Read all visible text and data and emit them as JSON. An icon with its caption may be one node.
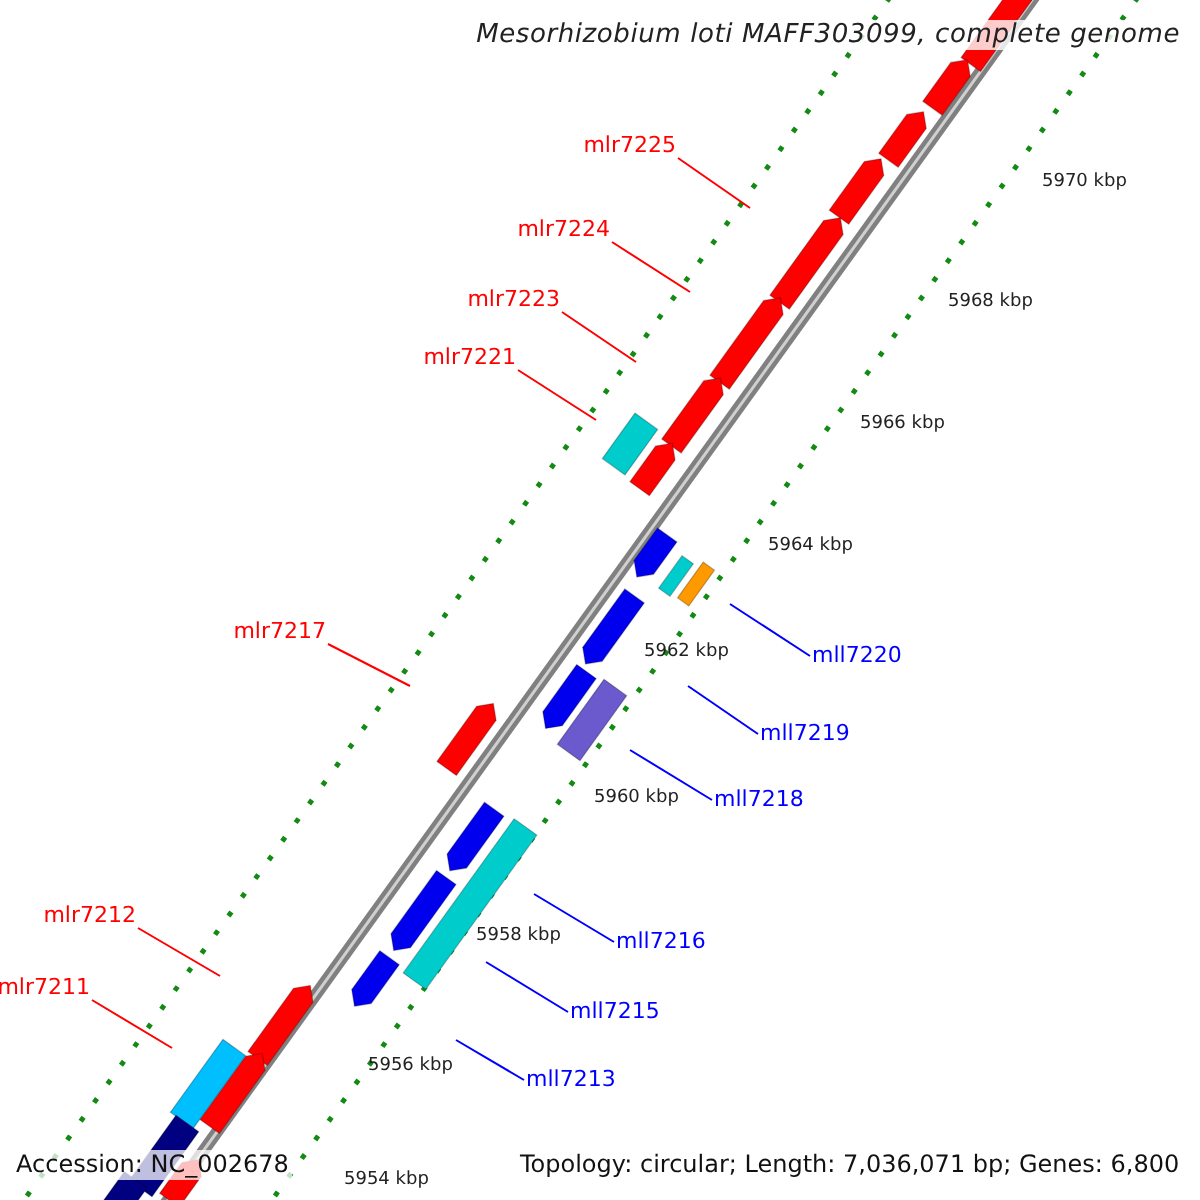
{
  "diagram": {
    "title": "Mesorhizobium loti MAFF303099, complete genome",
    "nodes": [
      {
        "text": [
          "mlr7225"
        ]
      },
      {
        "text": [
          "mlr7224"
        ]
      },
      {
        "text": [
          "mlr7223"
        ]
      },
      {
        "text": [
          "mlr7221"
        ]
      },
      {
        "text": [
          "mll7220"
        ]
      },
      {
        "text": [
          "mll7219"
        ]
      },
      {
        "text": [
          "mlr7217"
        ]
      },
      {
        "text": [
          "mll7218"
        ]
      },
      {
        "text": [
          "mll7216"
        ]
      },
      {
        "text": [
          "mlr7212"
        ]
      },
      {
        "text": [
          "mll7215"
        ]
      },
      {
        "text": [
          "mlr7211"
        ]
      },
      {
        "text": [
          "mll7213"
        ]
      }
    ],
    "edges": [
      {
        "from": 0,
        "to": null,
        "arrow": "none"
      },
      {
        "from": 1,
        "to": null,
        "arrow": "none"
      },
      {
        "from": 2,
        "to": null,
        "arrow": "none"
      },
      {
        "from": 3,
        "to": null,
        "arrow": "none"
      },
      {
        "from": 4,
        "to": null,
        "arrow": "none",
        "color": "#0000ff"
      },
      {
        "from": 5,
        "to": null,
        "arrow": "none",
        "color": "#0000ff"
      },
      {
        "from": 6,
        "to": null,
        "arrow": "none"
      },
      {
        "from": 7,
        "to": null,
        "arrow": "none",
        "color": "#0000ff"
      },
      {
        "from": 8,
        "to": null,
        "arrow": "none",
        "color": "#0000ff"
      },
      {
        "from": 9,
        "to": null,
        "arrow": "none"
      },
      {
        "from": 10,
        "to": null,
        "arrow": "none",
        "color": "#0000ff"
      },
      {
        "from": 11,
        "to": null,
        "arrow": "none"
      },
      {
        "from": 12,
        "to": null,
        "arrow": "none",
        "color": "#0000ff"
      }
    ],
    "labels": [
      "5970 kbp",
      "5968 kbp",
      "5966 kbp",
      "5964 kbp",
      "5962 kbp",
      "5960 kbp",
      "5958 kbp",
      "5956 kbp",
      "Accession: NC_002678",
      "5954 kbp",
      "Topology: circular; Length: 7,036,071 bp; Genes: 6,800"
    ]
  }
}
